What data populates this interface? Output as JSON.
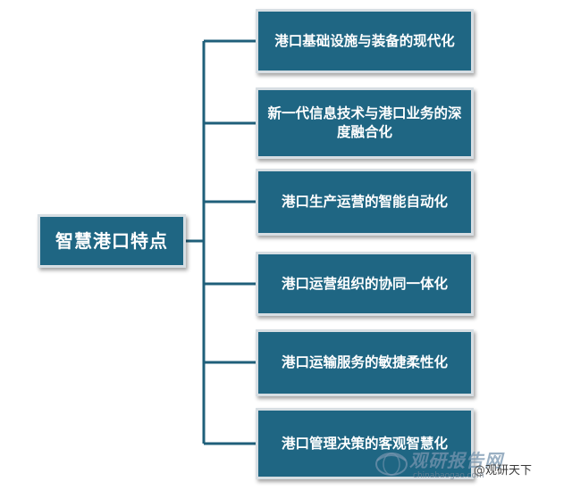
{
  "root": {
    "label": "智慧港口特点"
  },
  "branches": [
    "港口基础设施与装备的现代化",
    "新一代信息技术与港口业务的深度融合化",
    "港口生产运营的智能自动化",
    "港口运营组织的协同一体化",
    "港口运输服务的敏捷柔性化",
    "港口管理决策的客观智慧化"
  ],
  "watermark": {
    "logo_text": "观研报告网",
    "url": "chinabaogao.com",
    "source": "观研天下"
  },
  "colors": {
    "box_fill": "#1f6683",
    "box_border": "#d7dee3",
    "connector": "#1f5f7a"
  }
}
